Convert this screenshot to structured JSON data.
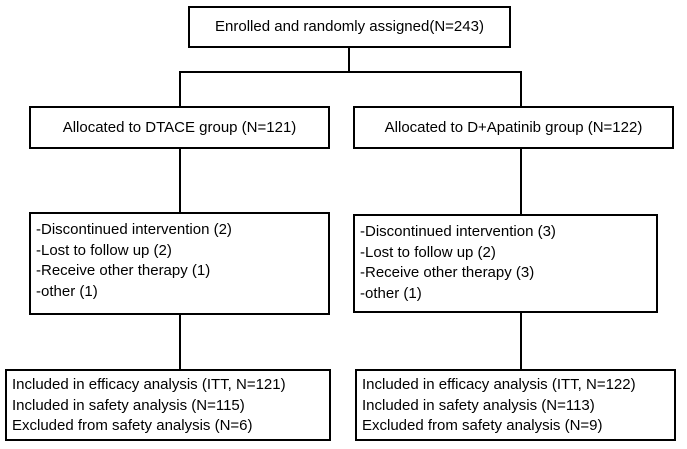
{
  "enrolled": "Enrolled and randomly assigned(N=243)",
  "left": {
    "allocation": "Allocated to DTACE group (N=121)",
    "dropouts": [
      "-Discontinued intervention (2)",
      "-Lost to follow up (2)",
      "-Receive other therapy (1)",
      "-other (1)"
    ],
    "analysis": [
      "Included in efficacy analysis (ITT, N=121)",
      "Included in safety analysis (N=115)",
      "Excluded from safety analysis (N=6)"
    ]
  },
  "right": {
    "allocation": "Allocated to D+Apatinib group (N=122)",
    "dropouts": [
      "-Discontinued intervention (3)",
      "-Lost to follow up (2)",
      "-Receive other therapy (3)",
      "-other (1)"
    ],
    "analysis": [
      "Included in efficacy analysis (ITT, N=122)",
      "Included in safety analysis (N=113)",
      "Excluded from safety analysis (N=9)"
    ]
  }
}
